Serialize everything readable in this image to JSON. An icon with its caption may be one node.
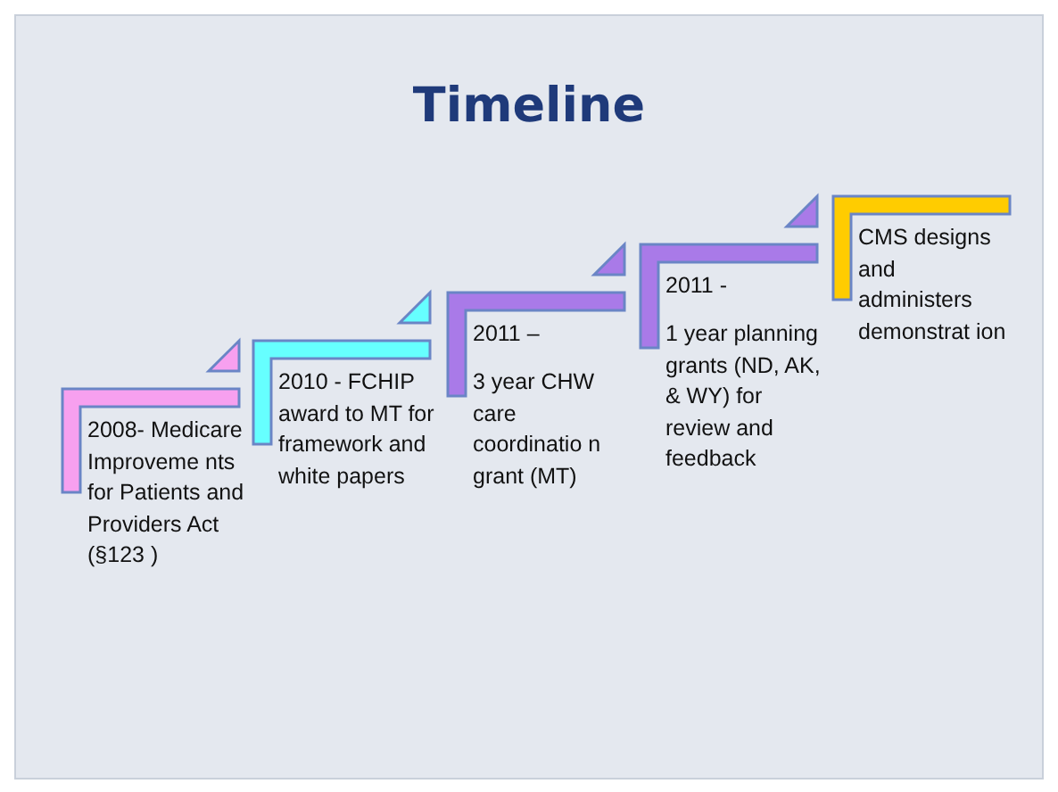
{
  "diagram": {
    "title": "Timeline",
    "nodes": [
      {
        "text": [
          "2008- Medicare Improveme nts for Patients and Providers Act (§123 )"
        ]
      },
      {
        "text": [
          "2010 - FCHIP award to MT for framework and white papers"
        ]
      },
      {
        "text": [
          "2011 –",
          "3 year CHW care coordinatio n grant (MT)"
        ]
      },
      {
        "text": [
          "2011 -",
          "1 year planning grants (ND, AK, & WY) for review and feedback"
        ]
      },
      {
        "text": [
          "CMS designs and administers demonstrat ion"
        ]
      }
    ],
    "edges": []
  }
}
